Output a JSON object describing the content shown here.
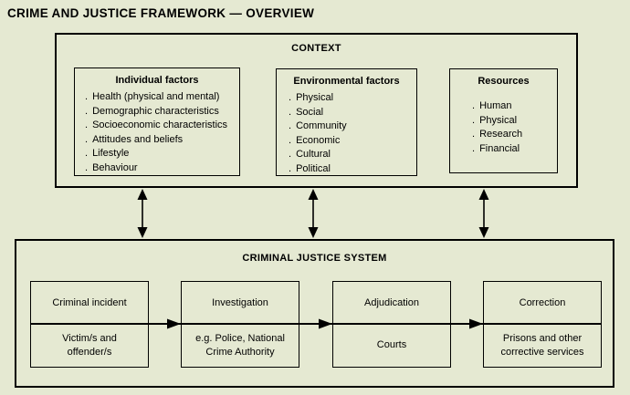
{
  "figure": {
    "title": "CRIME AND JUSTICE FRAMEWORK — OVERVIEW",
    "bullet": ".",
    "colors": {
      "background": "#e5e9d2",
      "border": "#000000",
      "text": "#000000"
    }
  },
  "context": {
    "label": "CONTEXT",
    "groups": [
      {
        "title": "Individual factors",
        "items": [
          "Health (physical and mental)",
          "Demographic characteristics",
          "Socioeconomic characteristics",
          "Attitudes and beliefs",
          "Lifestyle",
          "Behaviour"
        ]
      },
      {
        "title": "Environmental factors",
        "items": [
          "Physical",
          "Social",
          "Community",
          "Economic",
          "Cultural",
          "Political"
        ]
      },
      {
        "title": "Resources",
        "items": [
          "Human",
          "Physical",
          "Research",
          "Financial"
        ]
      }
    ]
  },
  "criminal_justice_system": {
    "label": "CRIMINAL JUSTICE SYSTEM",
    "stages": [
      {
        "title": "Criminal incident",
        "subtitle": "Victim/s and offender/s"
      },
      {
        "title": "Investigation",
        "subtitle": "e.g. Police, National Crime Authority"
      },
      {
        "title": "Adjudication",
        "subtitle": "Courts"
      },
      {
        "title": "Correction",
        "subtitle": "Prisons and other corrective services"
      }
    ]
  }
}
